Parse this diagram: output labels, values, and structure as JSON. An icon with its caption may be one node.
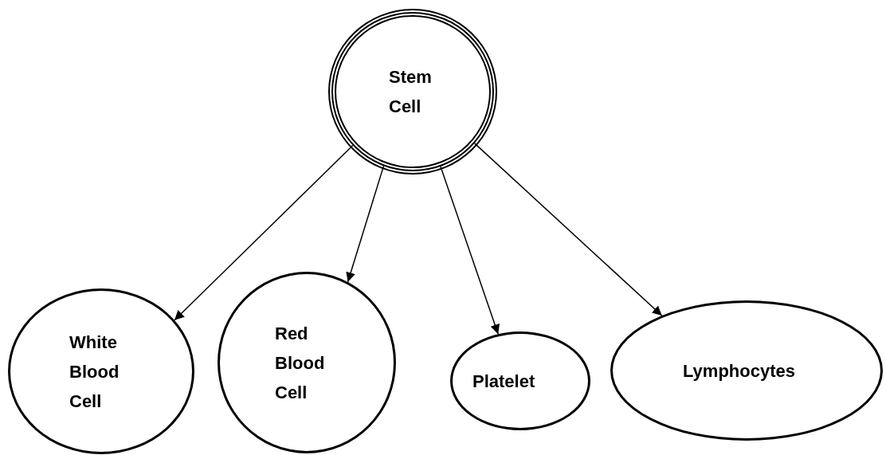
{
  "diagram": {
    "nodes": [
      {
        "text": [
          "Stem Cell"
        ]
      },
      {
        "text": [
          "White Blood Cell"
        ]
      },
      {
        "text": [
          "Red Blood Cell"
        ]
      },
      {
        "text": [
          "Platelet"
        ]
      },
      {
        "text": [
          "Lymphocytes"
        ]
      }
    ],
    "edges": [
      {
        "from": 0,
        "to": 1,
        "arrow": "to"
      },
      {
        "from": 0,
        "to": 2,
        "arrow": "to"
      },
      {
        "from": 0,
        "to": 3,
        "arrow": "to"
      },
      {
        "from": 0,
        "to": 4,
        "arrow": "to"
      }
    ]
  }
}
